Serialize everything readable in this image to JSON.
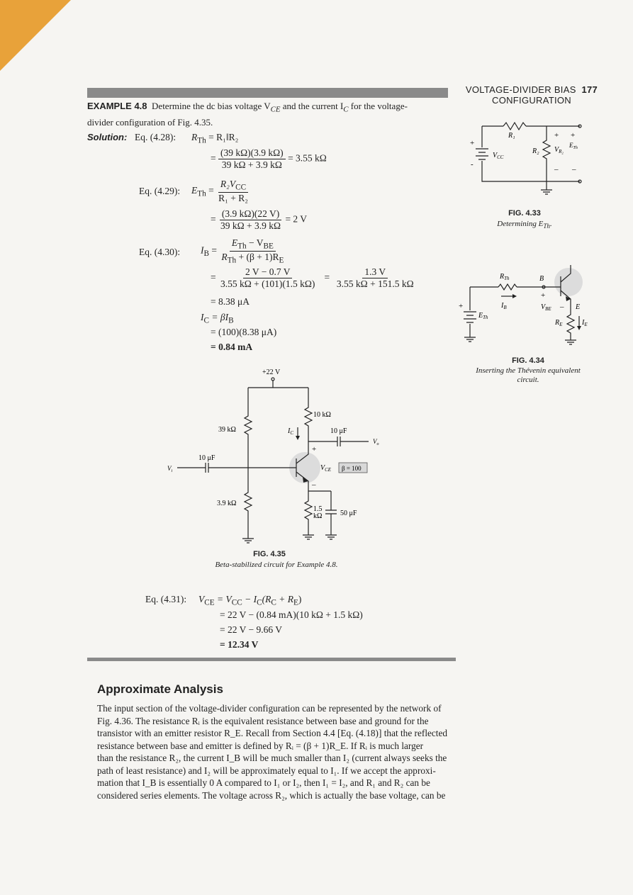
{
  "header": {
    "section": "VOLTAGE-DIVIDER BIAS",
    "section2": "CONFIGURATION",
    "page": "177"
  },
  "example": {
    "label": "EXAMPLE 4.8",
    "statement1": "Determine the dc bias voltage V",
    "statement_vce_sub": "CE",
    "statement2": " and the current I",
    "statement_ic_sub": "C",
    "statement3": " for the voltage-",
    "statement4": "divider configuration of Fig. 4.35.",
    "solution_label": "Solution:",
    "eq428": "Eq. (4.28):",
    "rth_lhs": "R",
    "rth_lhs_sub": "Th",
    "rth_rhs": "= R₁‖R₂",
    "rth_num": "(39 kΩ)(3.9 kΩ)",
    "rth_den": "39 kΩ + 3.9 kΩ",
    "rth_result": "= 3.55 kΩ",
    "eq429": "Eq. (4.29):",
    "eth_lhs": "E",
    "eth_lhs_sub": "Th",
    "eth_num": "R₂V",
    "eth_num_sub": "CC",
    "eth_den": "R₁ + R₂",
    "eth_num2": "(3.9 kΩ)(22 V)",
    "eth_den2": "39 kΩ + 3.9 kΩ",
    "eth_result": "= 2 V",
    "eq430": "Eq. (4.30):",
    "ib_lhs": "I",
    "ib_lhs_sub": "B",
    "ib_num": "E",
    "ib_num_sub": "Th",
    "ib_num_b": " − V",
    "ib_num_b_sub": "BE",
    "ib_den": "R",
    "ib_den_sub": "Th",
    "ib_den_b": " + (β + 1)R",
    "ib_den_b_sub": "E",
    "ib_num2": "2 V − 0.7 V",
    "ib_den2": "3.55 kΩ + (101)(1.5 kΩ)",
    "ib_num3": "1.3 V",
    "ib_den3": "3.55 kΩ + 151.5 kΩ",
    "ib_result": "= 8.38 μA",
    "ic_lhs": "I",
    "ic_lhs_sub": "C",
    "ic_rhs": " = βI",
    "ic_rhs_sub": "B",
    "ic_step": "= (100)(8.38 μA)",
    "ic_result": "= 0.84 mA",
    "eq431": "Eq. (4.31):",
    "vce_line1": "V",
    "vce_line1_sub": "CE",
    "vce_line1b": " = V",
    "vce_line1b_sub": "CC",
    "vce_line1c": " − I",
    "vce_line1c_sub": "C",
    "vce_line1d": "(R",
    "vce_line1d_sub": "C",
    "vce_line1e": " + R",
    "vce_line1e_sub": "E",
    "vce_line1f": ")",
    "vce_line2": "= 22 V − (0.84 mA)(10 kΩ + 1.5 kΩ)",
    "vce_line3": "= 22 V − 9.66 V",
    "vce_line4": "= 12.34 V"
  },
  "fig433": {
    "label": "FIG. 4.33",
    "caption": "Determining E",
    "caption_sub": "Th",
    "caption_end": ".",
    "r1": "R₁",
    "r2": "R₂",
    "vcc": "V",
    "vcc_sub": "CC",
    "vr2": "V",
    "vr2_sub": "R₂",
    "eth": "E",
    "eth_sub": "Th"
  },
  "fig434": {
    "label": "FIG. 4.34",
    "caption1": "Inserting the Thévenin equivalent",
    "caption2": "circuit.",
    "rth": "R",
    "rth_sub": "Th",
    "b": "B",
    "e": "E",
    "ib": "I",
    "ib_sub": "B",
    "vbe": "V",
    "vbe_sub": "BE",
    "eth": "E",
    "eth_sub": "Th",
    "re": "R",
    "re_sub": "E",
    "ie": "I",
    "ie_sub": "E"
  },
  "fig435": {
    "label": "FIG. 4.35",
    "caption": "Beta-stabilized circuit for Example 4.8.",
    "vcc": "+22 V",
    "r1": "39 kΩ",
    "rc": "10 kΩ",
    "c_out": "10 μF",
    "c_in": "10 μF",
    "r2": "3.9 kΩ",
    "re1": "1.5",
    "re2": "kΩ",
    "ce": "50 μF",
    "beta": "β = 100",
    "ic": "I",
    "ic_sub": "C",
    "vce": "V",
    "vce_sub": "CE",
    "vi": "V",
    "vi_sub": "i",
    "vo": "V",
    "vo_sub": "o"
  },
  "approx": {
    "title": "Approximate Analysis",
    "lines": [
      "The input section of the voltage-divider configuration can be represented by the network of",
      "Fig. 4.36. The resistance Rᵢ is the equivalent resistance between base and ground for the",
      "transistor with an emitter resistor R_E. Recall from Section 4.4 [Eq. (4.18)] that the reflected",
      "resistance between base and emitter is defined by Rᵢ = (β + 1)R_E. If Rᵢ is much larger",
      "than the resistance R₂, the current I_B will be much smaller than I₂ (current always seeks the",
      "path of least resistance) and I₂ will be approximately equal to I₁. If we accept the approxi-",
      "mation that I_B is essentially 0 A compared to I₁ or I₂, then I₁ = I₂, and R₁ and R₂ can be",
      "considered series elements. The voltage across R₂, which is actually the base voltage, can be"
    ]
  }
}
